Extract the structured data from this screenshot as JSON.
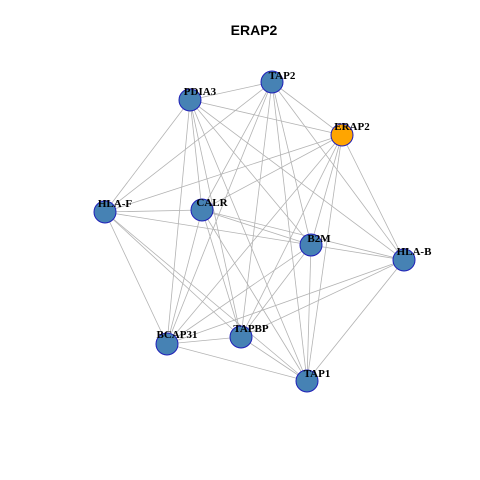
{
  "title": "ERAP2",
  "colors": {
    "node_default": "#4682b4",
    "node_highlight": "#ffa500",
    "node_border": "#1f1fb8",
    "edge": "#b3b3b3"
  },
  "nodes": [
    {
      "id": "TAP2",
      "label": "TAP2",
      "highlight": false
    },
    {
      "id": "PDIA3",
      "label": "PDIA3",
      "highlight": false
    },
    {
      "id": "ERAP2",
      "label": "ERAP2",
      "highlight": true
    },
    {
      "id": "HLA-F",
      "label": "HLA-F",
      "highlight": false
    },
    {
      "id": "CALR",
      "label": "CALR",
      "highlight": false
    },
    {
      "id": "B2M",
      "label": "B2M",
      "highlight": false
    },
    {
      "id": "HLA-B",
      "label": "HLA-B",
      "highlight": false
    },
    {
      "id": "BCAP31",
      "label": "BCAP31",
      "highlight": false
    },
    {
      "id": "TAPBP",
      "label": "TAPBP",
      "highlight": false
    },
    {
      "id": "TAP1",
      "label": "TAP1",
      "highlight": false
    }
  ],
  "edges": [
    [
      "PDIA3",
      "TAP2"
    ],
    [
      "PDIA3",
      "ERAP2"
    ],
    [
      "PDIA3",
      "HLA-F"
    ],
    [
      "PDIA3",
      "B2M"
    ],
    [
      "PDIA3",
      "HLA-B"
    ],
    [
      "PDIA3",
      "BCAP31"
    ],
    [
      "PDIA3",
      "TAPBP"
    ],
    [
      "PDIA3",
      "TAP1"
    ],
    [
      "PDIA3",
      "CALR"
    ],
    [
      "TAP2",
      "ERAP2"
    ],
    [
      "TAP2",
      "HLA-F"
    ],
    [
      "TAP2",
      "B2M"
    ],
    [
      "TAP2",
      "BCAP31"
    ],
    [
      "TAP2",
      "TAPBP"
    ],
    [
      "TAP2",
      "TAP1"
    ],
    [
      "TAP2",
      "CALR"
    ],
    [
      "TAP2",
      "HLA-B"
    ],
    [
      "ERAP2",
      "HLA-F"
    ],
    [
      "ERAP2",
      "B2M"
    ],
    [
      "ERAP2",
      "HLA-B"
    ],
    [
      "ERAP2",
      "BCAP31"
    ],
    [
      "ERAP2",
      "TAPBP"
    ],
    [
      "ERAP2",
      "TAP1"
    ],
    [
      "ERAP2",
      "CALR"
    ],
    [
      "HLA-F",
      "B2M"
    ],
    [
      "HLA-F",
      "BCAP31"
    ],
    [
      "HLA-F",
      "TAPBP"
    ],
    [
      "HLA-F",
      "TAP1"
    ],
    [
      "HLA-F",
      "CALR"
    ],
    [
      "CALR",
      "B2M"
    ],
    [
      "CALR",
      "HLA-B"
    ],
    [
      "CALR",
      "BCAP31"
    ],
    [
      "CALR",
      "TAPBP"
    ],
    [
      "CALR",
      "TAP1"
    ],
    [
      "B2M",
      "HLA-B"
    ],
    [
      "B2M",
      "BCAP31"
    ],
    [
      "B2M",
      "TAPBP"
    ],
    [
      "B2M",
      "TAP1"
    ],
    [
      "HLA-B",
      "BCAP31"
    ],
    [
      "HLA-B",
      "TAPBP"
    ],
    [
      "HLA-B",
      "TAP1"
    ],
    [
      "BCAP31",
      "TAPBP"
    ],
    [
      "BCAP31",
      "TAP1"
    ],
    [
      "TAPBP",
      "TAP1"
    ]
  ]
}
